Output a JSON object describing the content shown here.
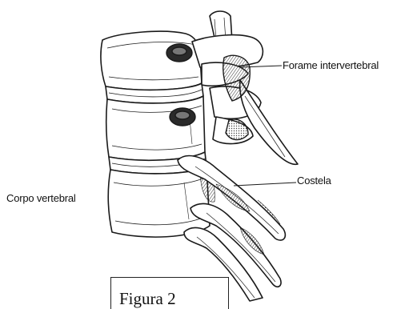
{
  "labels": {
    "forame": "Forame intervertebral",
    "costela": "Costela",
    "corpo": "Corpo vertebral"
  },
  "caption": "Figura 2"
}
